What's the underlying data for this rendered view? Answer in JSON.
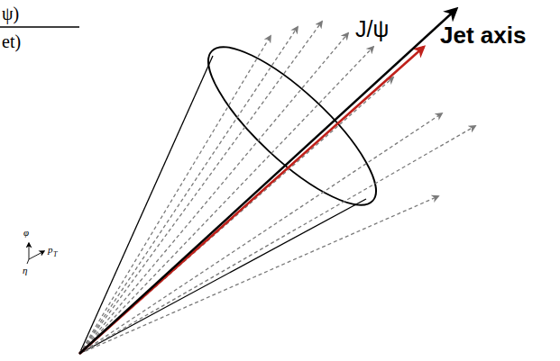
{
  "diagram": {
    "labels": [
      "ψ)",
      "et)",
      "J/ψ",
      "Jet axis",
      "φ",
      "p",
      "T",
      "η"
    ]
  }
}
